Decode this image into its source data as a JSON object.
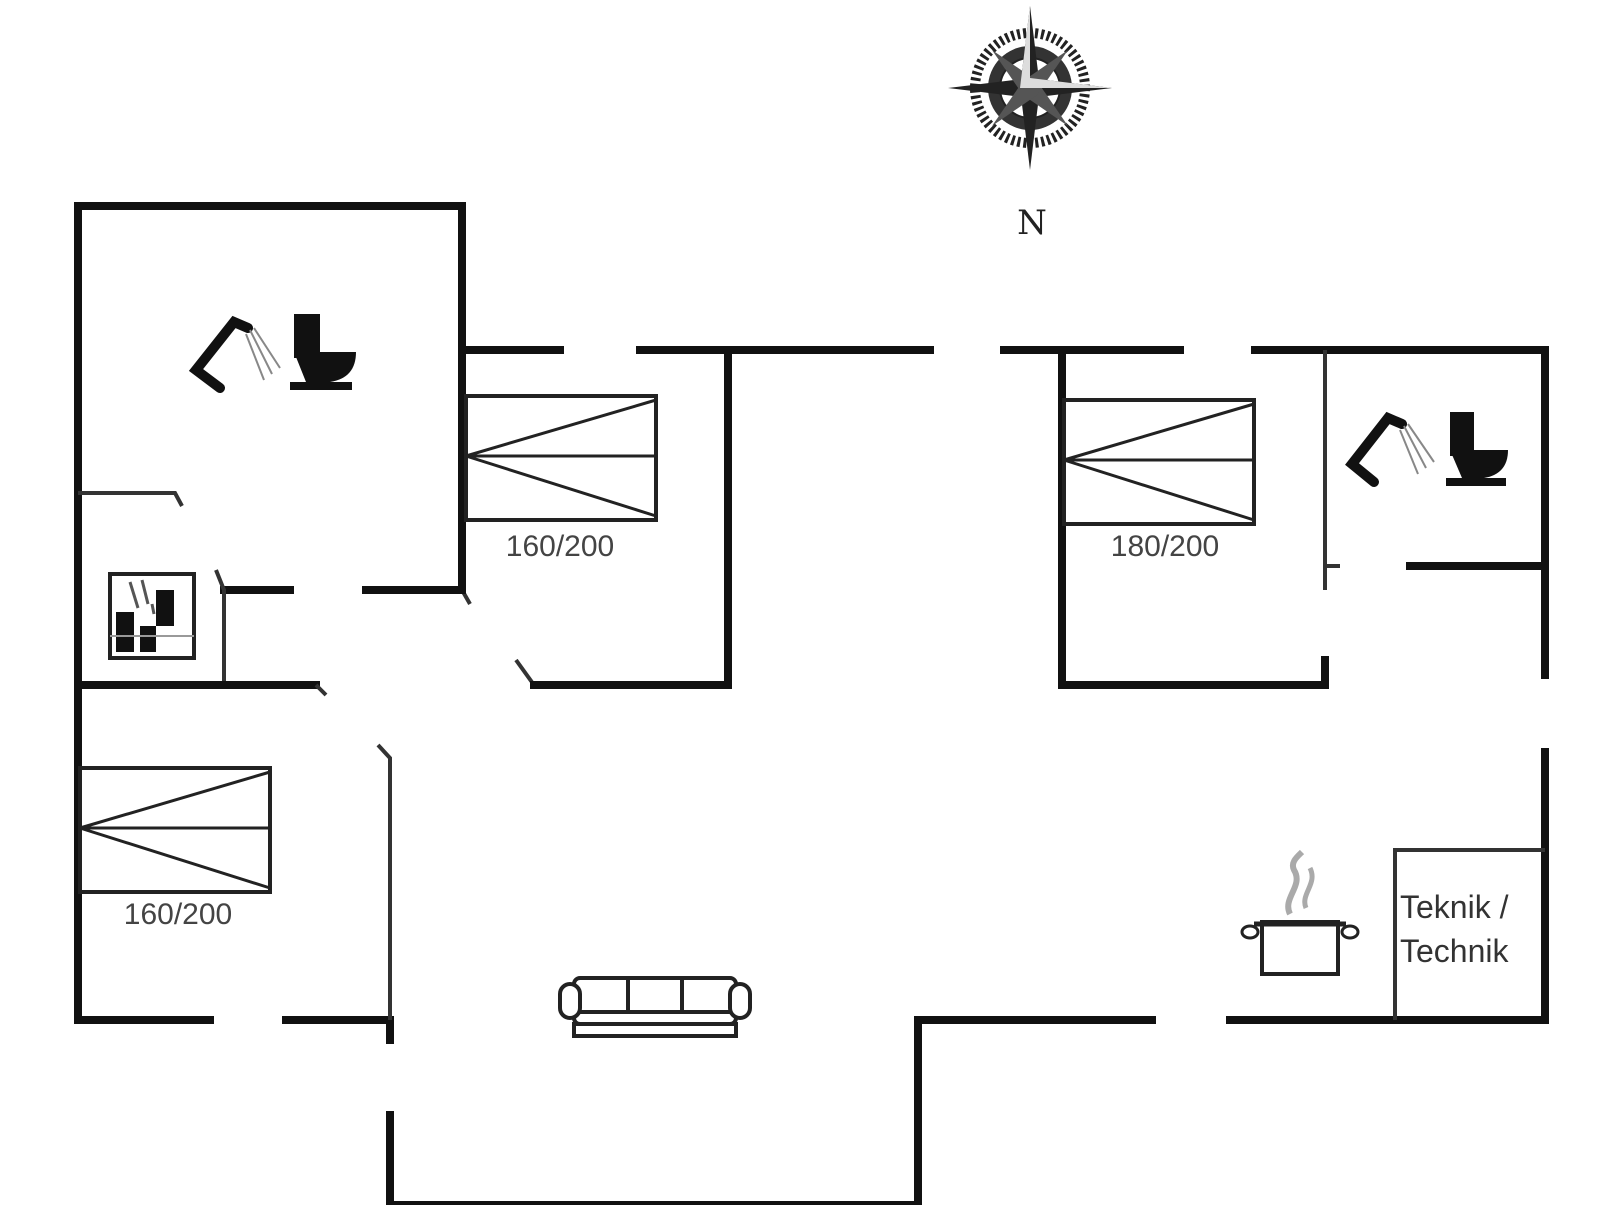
{
  "compass": {
    "label": "N"
  },
  "rooms": {
    "bedroom_top_left": {
      "bed_size": "160/200"
    },
    "bedroom_top_right": {
      "bed_size": "180/200"
    },
    "bedroom_left": {
      "bed_size": "160/200"
    },
    "utility": {
      "label_line1": "Teknik /",
      "label_line2": "Technik"
    }
  },
  "icons": [
    "compass-rose-icon",
    "shower-icon",
    "toilet-icon",
    "washing-machine-icon",
    "sofa-icon",
    "cooking-pot-icon",
    "bed-icon"
  ],
  "colors": {
    "walls": "#111111",
    "text": "#444444",
    "background": "#ffffff"
  }
}
